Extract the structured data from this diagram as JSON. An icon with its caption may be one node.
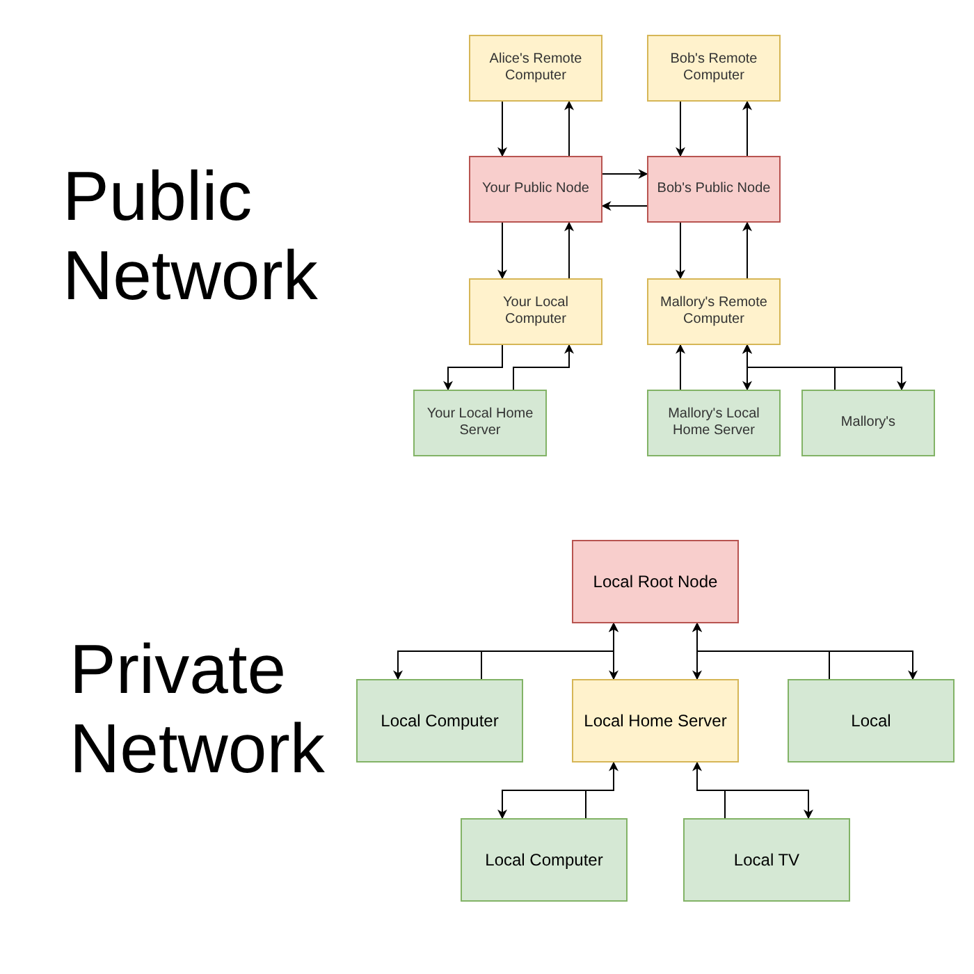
{
  "diagram": {
    "nodes": [
      {
        "text": [
          "Alice's Remote Computer"
        ]
      },
      {
        "text": [
          "Bob's Remote Computer"
        ]
      },
      {
        "text": [
          "Your Public Node"
        ]
      },
      {
        "text": [
          "Bob's Public Node"
        ]
      },
      {
        "text": [
          "Your Local Computer"
        ]
      },
      {
        "text": [
          "Mallory's Remote Computer"
        ]
      },
      {
        "text": [
          "Your Local Home Server"
        ]
      },
      {
        "text": [
          "Mallory's Local Home Server"
        ]
      },
      {
        "text": [
          "Mallory's"
        ]
      },
      {
        "text": [
          "Local Root Node"
        ]
      },
      {
        "text": [
          "Local Computer"
        ]
      },
      {
        "text": [
          "Local Home Server"
        ]
      },
      {
        "text": [
          "Local"
        ]
      },
      {
        "text": [
          "Local Computer"
        ]
      },
      {
        "text": [
          "Local TV"
        ]
      }
    ],
    "edges": [
      {
        "from": 0,
        "to": 2,
        "arrow": "to"
      },
      {
        "from": 2,
        "to": 0,
        "arrow": "to"
      },
      {
        "from": 1,
        "to": 3,
        "arrow": "to"
      },
      {
        "from": 3,
        "to": 1,
        "arrow": "to"
      },
      {
        "from": 2,
        "to": 3,
        "arrow": "to"
      },
      {
        "from": 3,
        "to": 2,
        "arrow": "to"
      },
      {
        "from": 2,
        "to": 4,
        "arrow": "to"
      },
      {
        "from": 4,
        "to": 2,
        "arrow": "to"
      },
      {
        "from": 3,
        "to": 5,
        "arrow": "to"
      },
      {
        "from": 5,
        "to": 3,
        "arrow": "to"
      },
      {
        "from": 4,
        "to": 6,
        "arrow": "to"
      },
      {
        "from": 6,
        "to": 4,
        "arrow": "to"
      },
      {
        "from": 7,
        "to": 5,
        "arrow": "to"
      },
      {
        "from": 5,
        "to": 7,
        "arrow": "both"
      },
      {
        "from": 5,
        "to": 8,
        "arrow": "to"
      },
      {
        "from": 8,
        "to": 5,
        "arrow": "to"
      },
      {
        "from": 9,
        "to": 11,
        "arrow": "both"
      },
      {
        "from": 9,
        "to": 10,
        "arrow": "to"
      },
      {
        "from": 10,
        "to": 9,
        "arrow": "to"
      },
      {
        "from": 9,
        "to": 11,
        "arrow": "both"
      },
      {
        "from": 9,
        "to": 12,
        "arrow": "to"
      },
      {
        "from": 12,
        "to": 9,
        "arrow": "to"
      },
      {
        "from": 11,
        "to": 13,
        "arrow": "to"
      },
      {
        "from": 13,
        "to": 11,
        "arrow": "to"
      },
      {
        "from": 11,
        "to": 14,
        "arrow": "to"
      },
      {
        "from": 14,
        "to": 11,
        "arrow": "to"
      }
    ],
    "labels": [
      "Public Network",
      "Private Network"
    ]
  }
}
